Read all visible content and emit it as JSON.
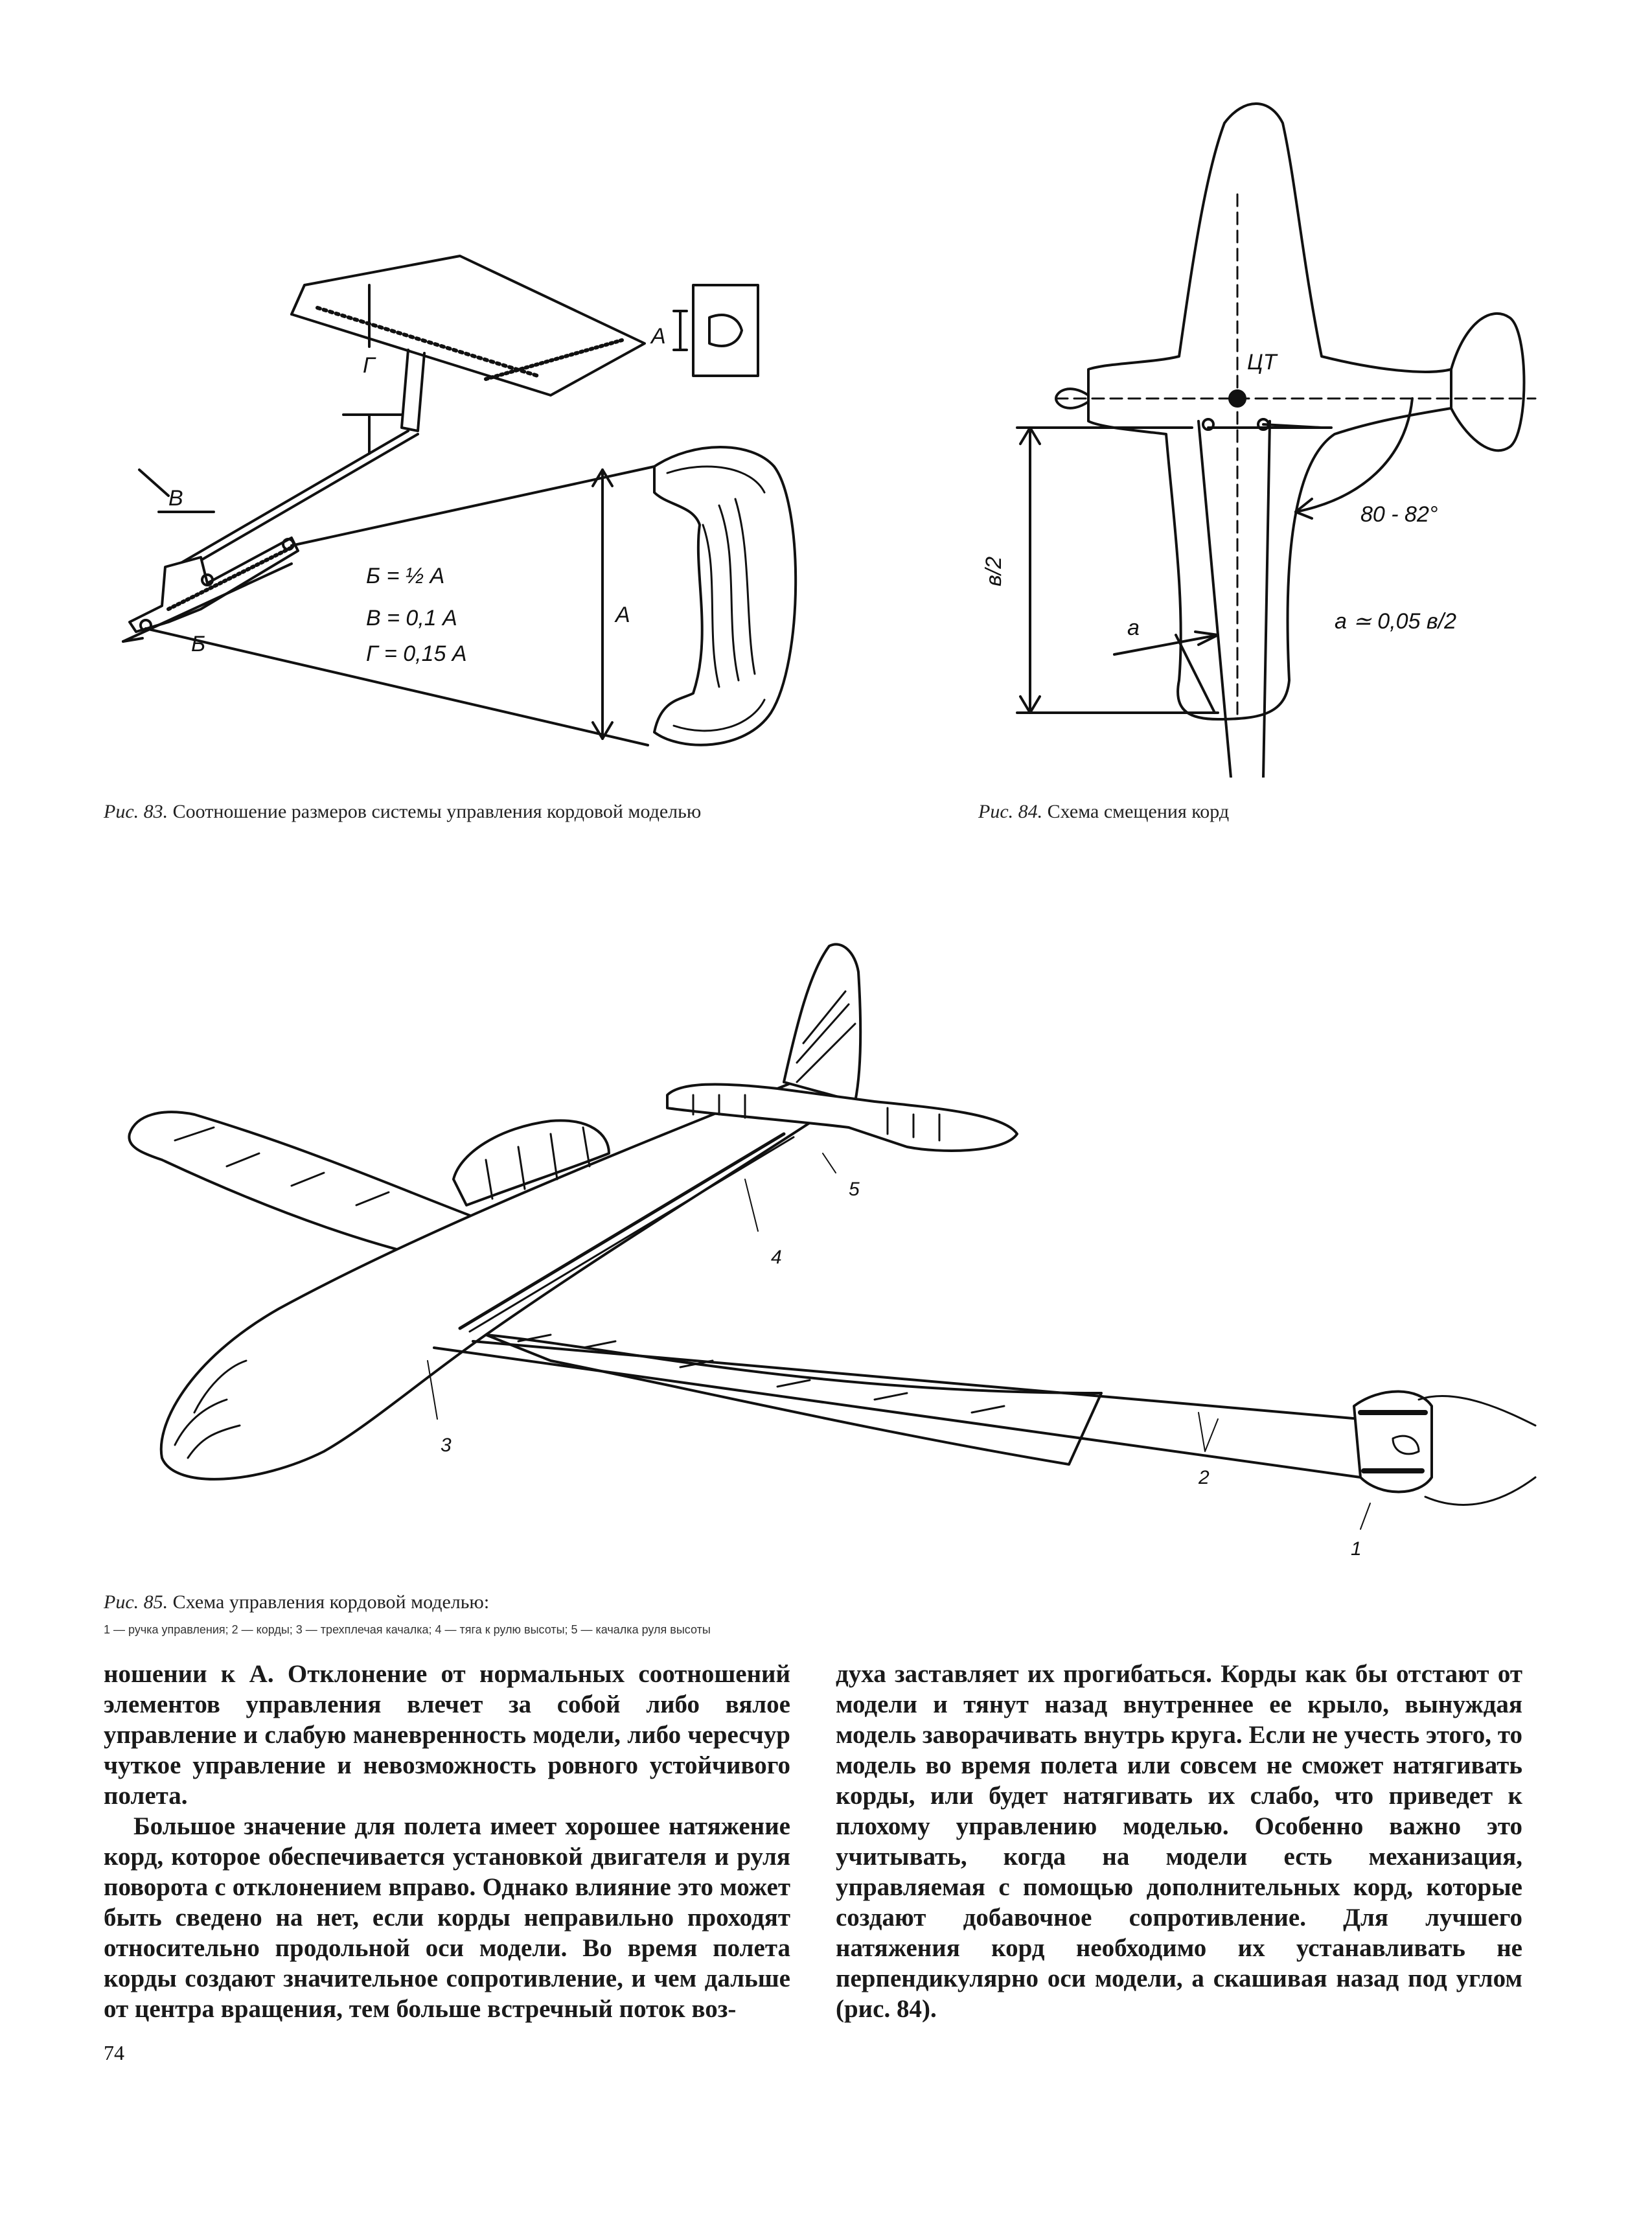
{
  "figure83": {
    "caption_num": "Рис. 83.",
    "caption_text": "Соотношение размеров системы управления кордовой моделью",
    "labels": {
      "g": "Г",
      "a": "А",
      "v": "В",
      "b": "Б",
      "a2": "А",
      "formula1": "Б = ½ А",
      "formula2": "В = 0,1 А",
      "formula3": "Г = 0,15 А"
    }
  },
  "figure84": {
    "caption_num": "Рис. 84.",
    "caption_text": "Схема смещения корд",
    "labels": {
      "ct": "ЦТ",
      "angle": "80 - 82°",
      "a": "a",
      "half_b": "в/2",
      "formula": "a ≃ 0,05 в/2"
    }
  },
  "figure85": {
    "caption_num": "Рис. 85.",
    "caption_text": "Схема управления кордовой моделью:",
    "legend": "1 — ручка управления; 2 — корды; 3 — трехплечая качалка; 4 — тяга к рулю высоты; 5 — качалка руля высоты",
    "callouts": {
      "c1": "1",
      "c2": "2",
      "c3": "3",
      "c4": "4",
      "c5": "5"
    }
  },
  "text": {
    "left_p1": "ношении к А. Отклонение от нормальных соотношений элементов управления влечет за собой либо вялое управление и слабую маневренность модели, либо чересчур чуткое управление и невозможность ровного устойчивого полета.",
    "left_p2": "Большое значение для полета имеет хорошее натяжение корд, которое обеспечивается установкой двигателя и руля поворота с отклонением вправо. Однако влияние это может быть сведено на нет, если корды неправильно проходят относительно продольной оси модели. Во время полета корды создают значительное сопротивление, и чем дальше от центра вращения, тем больше встречный поток воз-",
    "right_p1": "духа заставляет их прогибаться. Корды как бы отстают от модели и тянут назад внутреннее ее крыло, вынуждая модель заворачивать внутрь круга. Если не учесть этого, то модель во время полета или совсем не сможет натягивать корды, или будет натягивать их слабо, что приведет к плохому управлению моделью. Особенно важно это учитывать, когда на модели есть механизация, управляемая с помощью дополнительных корд, которые создают добавочное сопротивление. Для лучшего натяжения корд необходимо их устанавливать не перпендикулярно оси модели, а скашивая назад под углом (рис. 84)."
  },
  "page_number": "74"
}
